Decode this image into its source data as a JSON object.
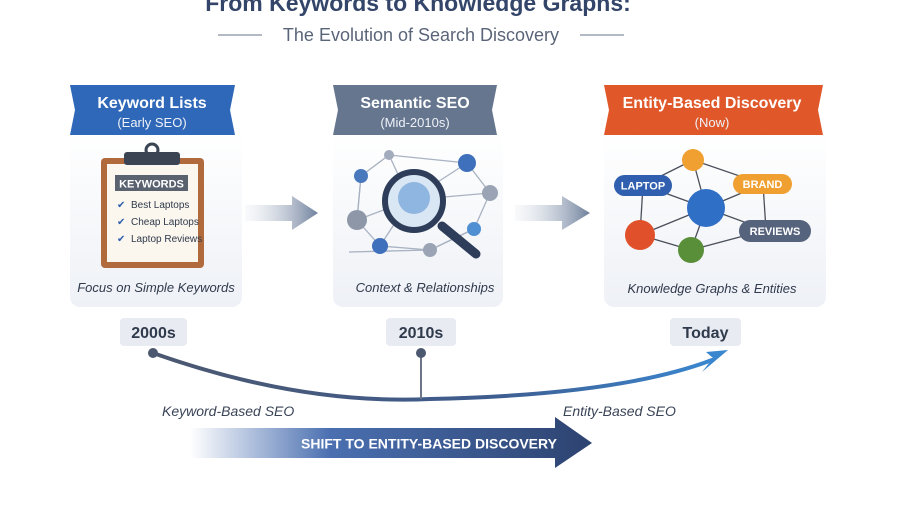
{
  "header": {
    "title": "From Keywords to Knowledge Graphs:",
    "subtitle": "The Evolution of Search Discovery"
  },
  "stages": [
    {
      "title": "Keyword Lists",
      "subtitle": "(Early SEO)",
      "caption": "Focus on Simple Keywords",
      "color": "#2f68b8",
      "clipboard": {
        "heading": "KEYWORDS",
        "items": [
          "Best Laptops",
          "Cheap Laptops",
          "Laptop Reviews"
        ]
      }
    },
    {
      "title": "Semantic SEO",
      "subtitle": "(Mid-2010s)",
      "caption": "Context & Relationships",
      "color": "#66768f"
    },
    {
      "title": "Entity-Based Discovery",
      "subtitle": "(Now)",
      "caption": "Knowledge Graphs & Entities",
      "color": "#e0582a",
      "nodes": [
        "LAPTOP",
        "BRAND",
        "REVIEWS"
      ]
    }
  ],
  "timeline": {
    "years": [
      "2000s",
      "2010s",
      "Today"
    ],
    "left_label": "Keyword-Based SEO",
    "right_label": "Entity-Based SEO",
    "shift_label": "SHIFT TO ENTITY-BASED DISCOVERY"
  }
}
